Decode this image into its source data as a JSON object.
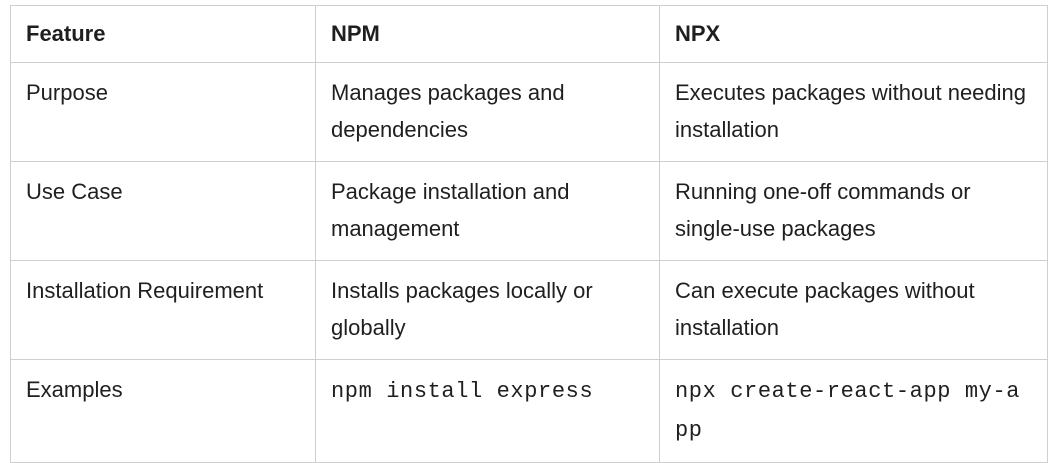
{
  "table": {
    "headers": [
      "Feature",
      "NPM",
      "NPX"
    ],
    "rows": [
      [
        "Purpose",
        "Manages packages and dependencies",
        "Executes packages without needing installation"
      ],
      [
        "Use Case",
        "Package installation and management",
        "Running one-off commands or single-use packages"
      ],
      [
        "Installation Requirement",
        "Installs packages locally or globally",
        "Can execute packages without installation"
      ],
      [
        "Examples",
        "npm install express",
        "npx create-react-app my-app"
      ]
    ]
  }
}
